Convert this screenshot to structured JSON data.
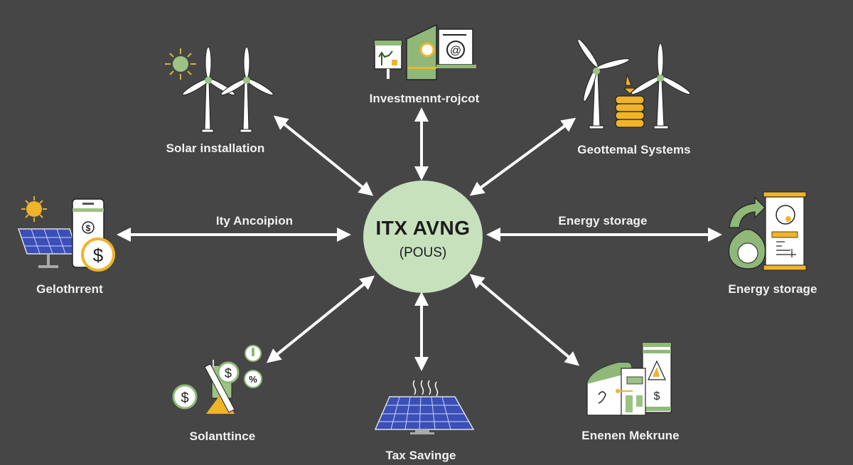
{
  "colors": {
    "background": "#464646",
    "hub_fill": "#c7e1bd",
    "arrow": "#ffffff",
    "accent_green": "#8fb879",
    "accent_yellow": "#f0b429",
    "panel_blue": "#3b4fb8",
    "label_text": "#f2f2f2"
  },
  "hub": {
    "title": "ITX AVNG",
    "subtitle": "(POUS)"
  },
  "nodes": [
    {
      "id": "top-left",
      "label": "Solar installation",
      "icon": "wind-turbines-with-sun-icon"
    },
    {
      "id": "top",
      "label": "Investmennt-rojcot",
      "icon": "investment-project-icon"
    },
    {
      "id": "top-right",
      "label": "Geottemal Systems",
      "icon": "wind-turbines-with-coin-stack-icon"
    },
    {
      "id": "left",
      "label": "Gelothrrent",
      "icon": "solar-panel-with-money-icon"
    },
    {
      "id": "right",
      "label": "Energy storage",
      "icon": "money-bag-with-document-icon"
    },
    {
      "id": "bottom-left",
      "label": "Solanttince",
      "icon": "coins-and-percent-icon"
    },
    {
      "id": "bottom",
      "label": "Tax Savinge",
      "icon": "solar-panel-icon"
    },
    {
      "id": "bottom-right",
      "label": "Enenen Mekrune",
      "icon": "building-with-warning-sign-icon"
    }
  ],
  "edge_labels": {
    "left": "Ity Ancoipion",
    "right": "Energy storage"
  }
}
